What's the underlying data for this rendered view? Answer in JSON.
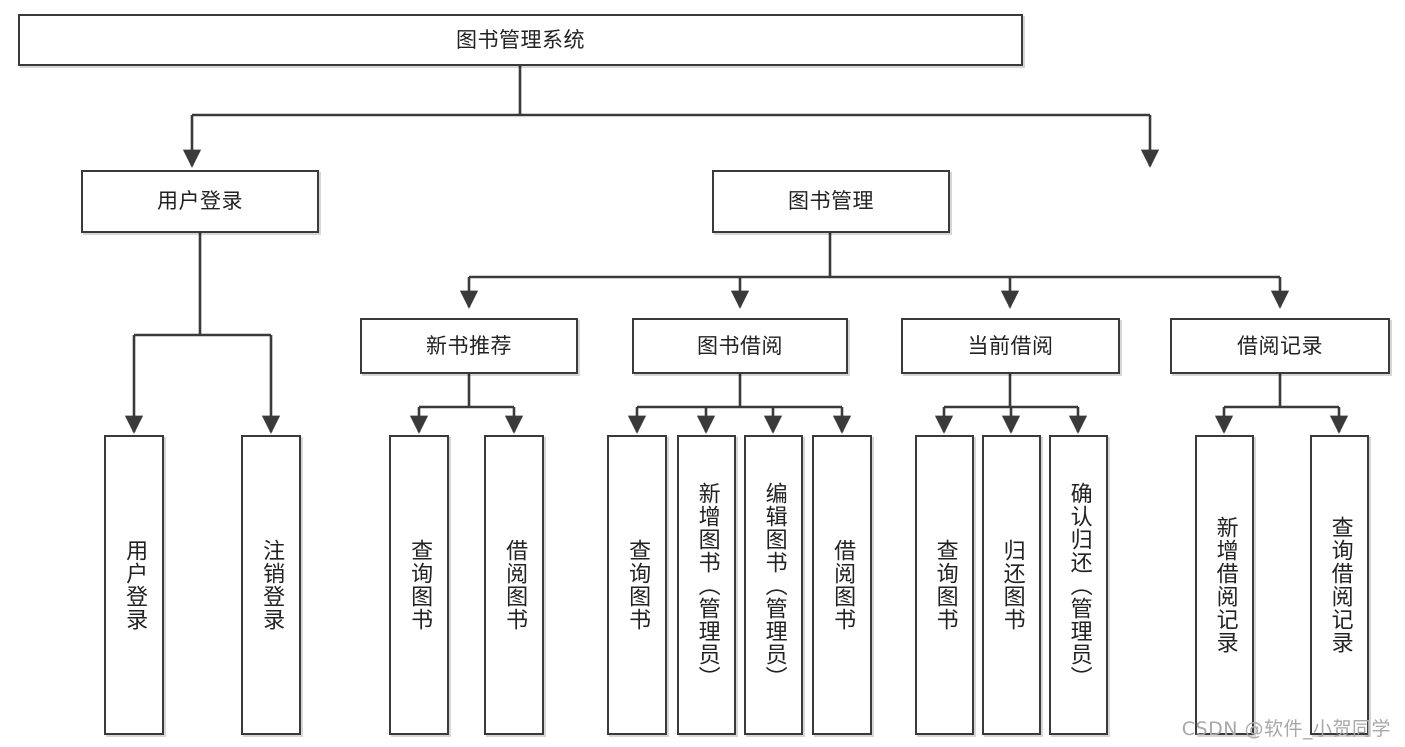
{
  "diagram": {
    "type": "tree-hierarchy-chart",
    "title": "图书管理系统",
    "stroke_color": "#3a3a3a",
    "text_color": "#222222",
    "background_color": "#ffffff",
    "levels": 4
  },
  "root": {
    "label": "图书管理系统"
  },
  "level2": [
    {
      "label": "用户登录"
    },
    {
      "label": "图书管理"
    }
  ],
  "level3": [
    {
      "label": "新书推荐"
    },
    {
      "label": "图书借阅"
    },
    {
      "label": "当前借阅"
    },
    {
      "label": "借阅记录"
    }
  ],
  "leaves": {
    "user_login": [
      {
        "label": "用户登录"
      },
      {
        "label": "注销登录"
      }
    ],
    "new_book_recommend": [
      {
        "label": "查询图书"
      },
      {
        "label": "借阅图书"
      }
    ],
    "book_borrow": [
      {
        "label": "查询图书"
      },
      {
        "label": "新增图书（管理员）"
      },
      {
        "label": "编辑图书（管理员）"
      },
      {
        "label": "借阅图书"
      }
    ],
    "current_borrow": [
      {
        "label": "查询图书"
      },
      {
        "label": "归还图书"
      },
      {
        "label": "确认归还（管理员）"
      }
    ],
    "borrow_record": [
      {
        "label": "新增借阅记录"
      },
      {
        "label": "查询借阅记录"
      }
    ]
  },
  "watermark": {
    "text": "CSDN @软件_小贺同学",
    "color": "#a8a8a8"
  }
}
